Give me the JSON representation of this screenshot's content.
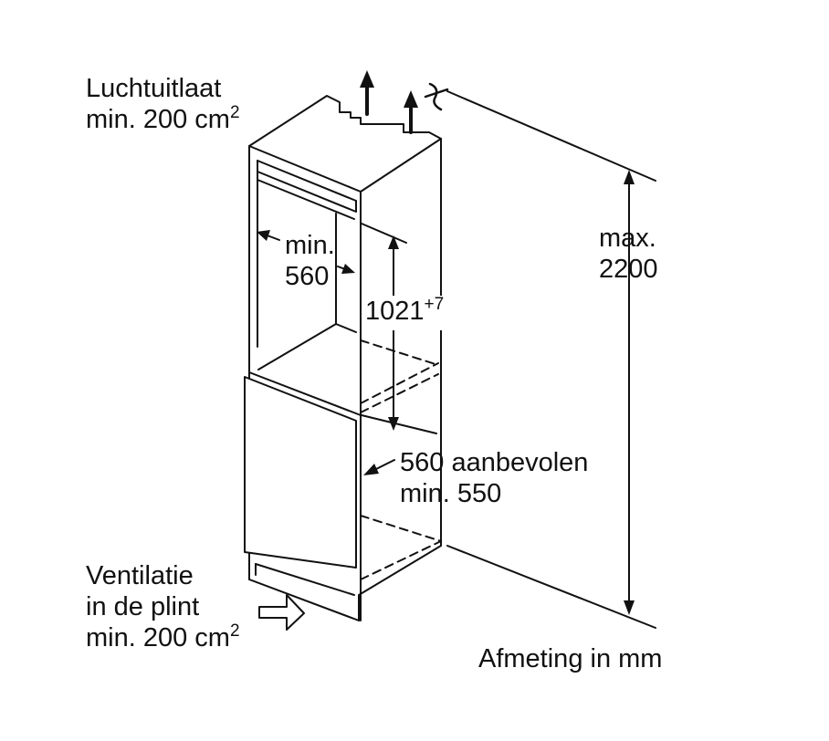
{
  "labels": {
    "air_outlet": {
      "line1": "Luchtuitlaat",
      "line2_main": "min. 200 cm",
      "line2_sup": "2"
    },
    "width_min": {
      "line1": "min.",
      "line2": "560"
    },
    "niche_height": {
      "main": "1021",
      "sup": "+7"
    },
    "max_height": {
      "line1": "max.",
      "line2": "2200"
    },
    "depth": {
      "line1": "560 aanbevolen",
      "line2": "min. 550"
    },
    "plinth_vent": {
      "line1": "Ventilatie",
      "line2": "in de plint",
      "line3_main": "min. 200 cm",
      "line3_sup": "2"
    },
    "units_note": "Afmeting in mm"
  },
  "colors": {
    "line": "#111111",
    "background": "#ffffff"
  }
}
